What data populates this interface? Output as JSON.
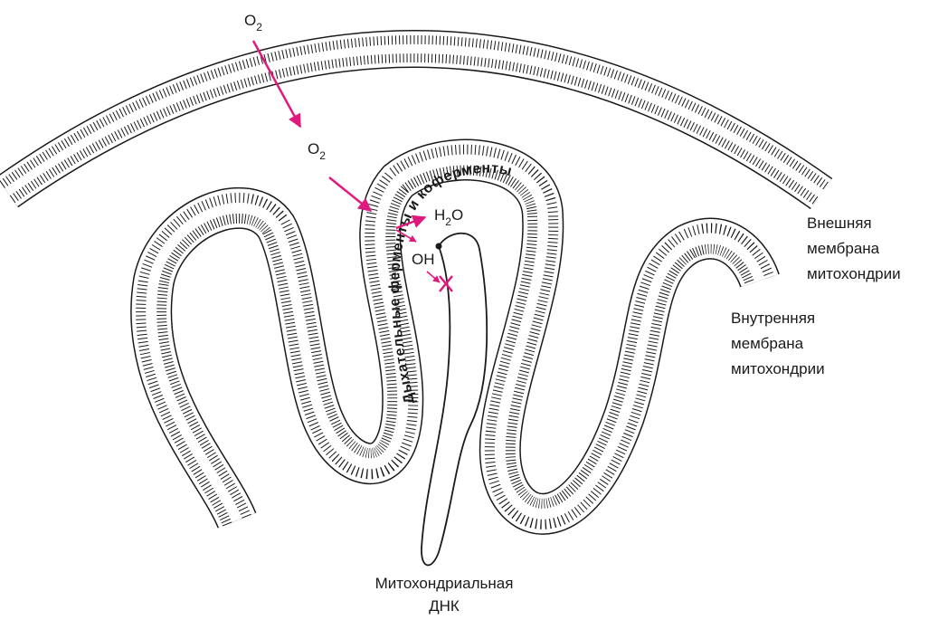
{
  "labels": {
    "outer_membrane": [
      "Внешняя",
      "мембрана",
      "митохондрии"
    ],
    "inner_membrane": [
      "Внутренняя",
      "мембрана",
      "митохондрии"
    ],
    "dna": [
      "Митохондриальная",
      "ДНК"
    ],
    "enzymes": "Дыхательные ферменты и коферменты"
  },
  "chemistry": {
    "oxygen_top": {
      "base": "O",
      "sub": "2"
    },
    "oxygen_mid": {
      "base": "O",
      "sub": "2"
    },
    "water": {
      "pre": "H",
      "sub": "2",
      "post": "O"
    },
    "hydroxyl": "OH"
  },
  "colors": {
    "accent": "#e0197d",
    "ink": "#1a1a1a",
    "membrane_fill": "#ffffff"
  }
}
